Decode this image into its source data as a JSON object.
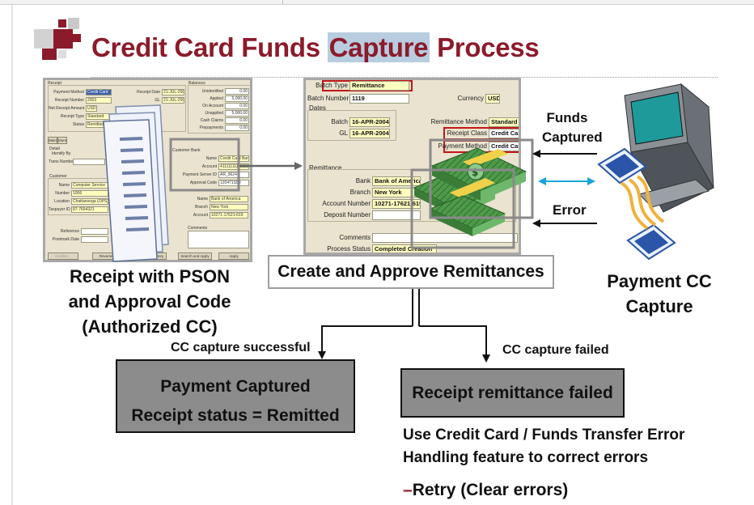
{
  "title": {
    "text": "Credit Card Funds Capture Process",
    "before": "Credit Card Funds ",
    "highlight": "Capture",
    "after": " Process"
  },
  "receipt_form": {
    "receipt_group": "Receipt",
    "payment_method_label": "Payment Method",
    "payment_method_value": "Credit Card",
    "receipt_number_label": "Receipt Number",
    "receipt_number_value": "2003",
    "net_amount_label": "Net Receipt Amount",
    "currency_value": "USD",
    "receipt_type_label": "Receipt Type",
    "receipt_type_value": "Standard",
    "status_label": "Status",
    "status_value": "Remitted",
    "receipt_date_label": "Receipt Date",
    "receipt_date_value": "21-JUL-2004",
    "gl_label": "GL",
    "gl_value": "21-JUL-2004",
    "balances_group": "Balances",
    "balances": [
      {
        "label": "Unidentified",
        "value": "0.00"
      },
      {
        "label": "Applied",
        "value": "5,000.00"
      },
      {
        "label": "On Account",
        "value": "0.00"
      },
      {
        "label": "Unapplied",
        "value": "5,000.00"
      },
      {
        "label": "Cash Claims",
        "value": "0.00"
      },
      {
        "label": "Prepayments",
        "value": "0.00"
      }
    ],
    "tabs": [
      "Main",
      "More"
    ],
    "detail_group": "Detail",
    "identify_by_label": "Identify By",
    "trans_number_label": "Trans Number",
    "customer_group": "Customer",
    "name_label": "Name",
    "name_value": "Computer Service",
    "number_label": "Number",
    "number_value": "1006",
    "location_label": "Location",
    "location_value": "Chattanooga (OPS)",
    "taxpayer_label": "Taxpayer ID",
    "taxpayer_value": "87-7654321",
    "reference_label": "Reference",
    "postmark_label": "Postmark Date",
    "comments_label": "Comments",
    "customer_bank_group": "Customer Bank",
    "bank_name_label": "Name",
    "bank_name_value": "Credit Card Bank",
    "account_label": "Account",
    "account_value": "4111111111111111",
    "pson_label": "Payment Server ID",
    "pson_value": "AR_9624",
    "approval_label": "Approval Code",
    "approval_value": "120471S50",
    "remit_bank_name_label": "Name",
    "remit_bank_name_value": "Bank of America",
    "remit_branch_label": "Branch",
    "remit_branch_value": "New York",
    "remit_account_label": "Account",
    "remit_account_value": "10271-17621-619",
    "buttons": [
      "Confirm...",
      "Reverse...",
      "Receipt History",
      "Search and Apply",
      "Apply"
    ]
  },
  "remittance_form": {
    "batch_type_label": "Batch Type",
    "batch_type_value": "Remittance",
    "batch_number_label": "Batch Number",
    "batch_number_value": "1119",
    "currency_label": "Currency",
    "currency_value": "USD",
    "dates_group": "Dates",
    "batch_date_label": "Batch",
    "batch_date_value": "16-APR-2004",
    "gl_label": "GL",
    "gl_value": "16-APR-2004",
    "remittance_method_label": "Remittance Method",
    "remittance_method_value": "Standard",
    "receipt_class_label": "Receipt Class",
    "receipt_class_value": "Credit Card",
    "payment_method_label": "Payment Method",
    "payment_method_value": "Credit Card",
    "remittance_group": "Remittance",
    "bank_label": "Bank",
    "bank_value": "Bank of America",
    "branch_label": "Branch",
    "branch_value": "New York",
    "account_number_label": "Account Number",
    "account_number_value": "10271-17621-619",
    "deposit_number_label": "Deposit Number",
    "comments_label": "Comments",
    "process_status_label": "Process Status",
    "process_status_value": "Completed Creation"
  },
  "captions": {
    "receipt": [
      "Receipt with PSON",
      "and Approval Code",
      "(Authorized CC)"
    ],
    "remittance": "Create and Approve Remittances",
    "payment_cc": [
      "Payment CC",
      "Capture"
    ]
  },
  "arrows": {
    "funds_captured": [
      "Funds",
      "Captured"
    ],
    "error": "Error"
  },
  "outcomes": {
    "success_label": "CC capture successful",
    "success_box": [
      "Payment Captured",
      "Receipt status = Remitted"
    ],
    "failed_label": "CC capture failed",
    "failed_box": "Receipt remittance failed",
    "failed_note": [
      "Use Credit Card / Funds Transfer Error",
      "Handling feature to correct errors"
    ],
    "retry_dash": "–",
    "retry": "Retry (Clear errors)"
  },
  "colors": {
    "title": "#8b1b2b",
    "highlight": "#b8cde0",
    "outcome_box": "#8c8c8c",
    "panel": "#e9e3cf",
    "field": "#ffffc0",
    "accent_arrow": "#1aa5d6"
  }
}
